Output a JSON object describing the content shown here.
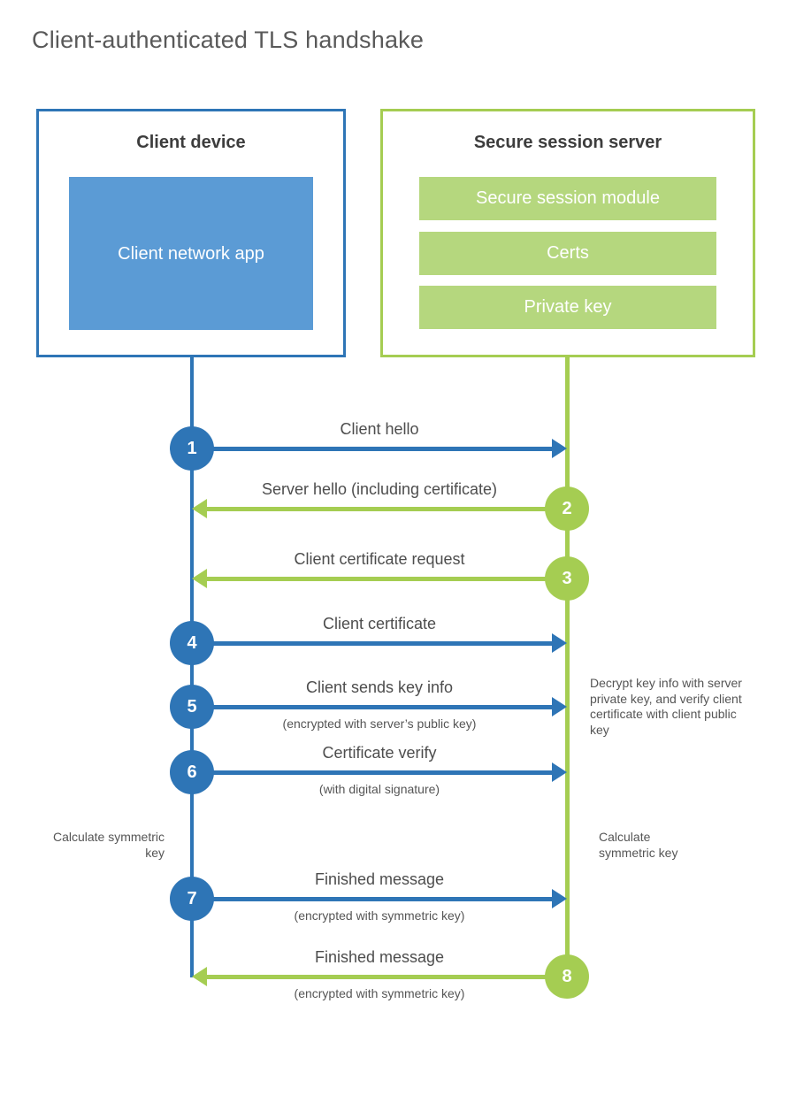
{
  "title": "Client-authenticated TLS handshake",
  "colors": {
    "blue": "#2e75b6",
    "blue_light": "#5b9bd5",
    "green": "#a5cd52",
    "green_light": "#b5d77e"
  },
  "client_box": {
    "title": "Client device",
    "app": "Client network app"
  },
  "server_box": {
    "title": "Secure session server",
    "modules": [
      "Secure session module",
      "Certs",
      "Private key"
    ]
  },
  "steps": [
    {
      "num": "1",
      "label": "Client hello"
    },
    {
      "num": "2",
      "label": "Server hello (including certificate)"
    },
    {
      "num": "3",
      "label": "Client certificate request"
    },
    {
      "num": "4",
      "label": "Client certificate"
    },
    {
      "num": "5",
      "label": "Client sends key info",
      "sublabel": "(encrypted with server’s public key)"
    },
    {
      "num": "6",
      "label": "Certificate verify",
      "sublabel": "(with digital signature)"
    },
    {
      "num": "7",
      "label": "Finished message",
      "sublabel": "(encrypted with symmetric key)"
    },
    {
      "num": "8",
      "label": "Finished message",
      "sublabel": "(encrypted with symmetric key)"
    }
  ],
  "notes": {
    "decrypt_note": "Decrypt key info with server private key, and verify client certificate with client public key",
    "calc_left": "Calculate symmetric key",
    "calc_right": "Calculate symmetric key"
  }
}
